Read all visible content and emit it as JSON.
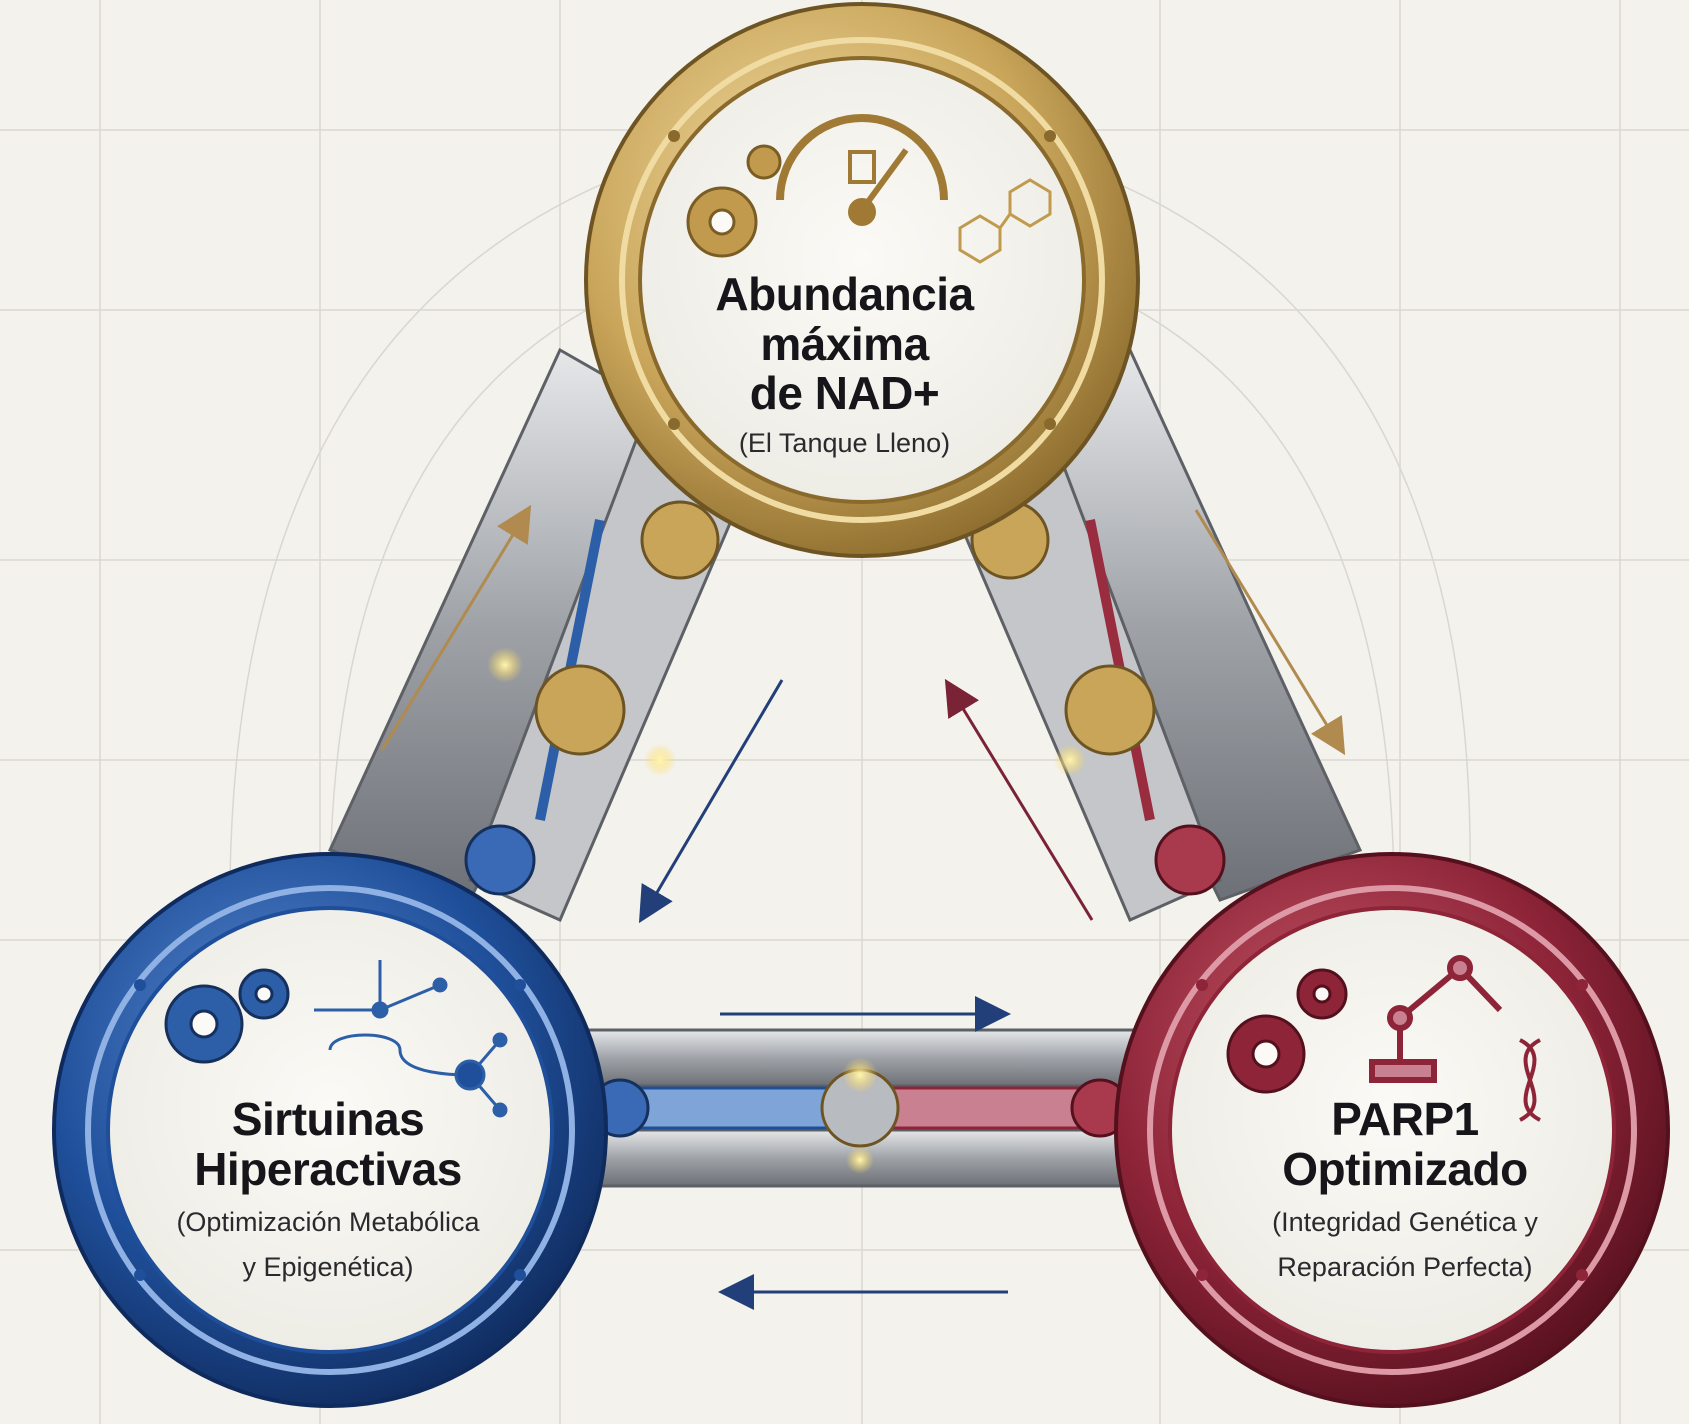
{
  "nodes": {
    "top": {
      "title_lines": [
        "Abundancia",
        "máxima",
        "de NAD+"
      ],
      "subtitle_lines": [
        "(El Tanque Lleno)"
      ],
      "color": "#c9a55a"
    },
    "left": {
      "title_lines": [
        "Sirtuinas",
        "Hiperactivas"
      ],
      "subtitle_lines": [
        "(Optimización Metabólica",
        "y Epigenética)"
      ],
      "color": "#1f4f9a"
    },
    "right": {
      "title_lines": [
        "PARP1",
        "Optimizado"
      ],
      "subtitle_lines": [
        "(Integridad Genética y",
        "Reparación Perfecta)"
      ],
      "color": "#8e2438"
    }
  },
  "colors": {
    "background": "#f3f2ec",
    "grid": "#d9d8d0",
    "beam": "#a9acb0",
    "gold": "#c9a55a",
    "blue": "#1f4f9a",
    "crimson": "#8e2438",
    "arrow_gold": "#b08a4e",
    "arrow_blue": "#223f7a",
    "arrow_crimson": "#7a2236"
  },
  "icons": {
    "top": [
      "gear-icon",
      "gauge-icon",
      "fuel-pump-icon",
      "molecule-icon"
    ],
    "left": [
      "gear-icon",
      "pathway-network-icon"
    ],
    "right": [
      "gear-icon",
      "robotic-arm-icon",
      "dna-helix-icon"
    ]
  }
}
